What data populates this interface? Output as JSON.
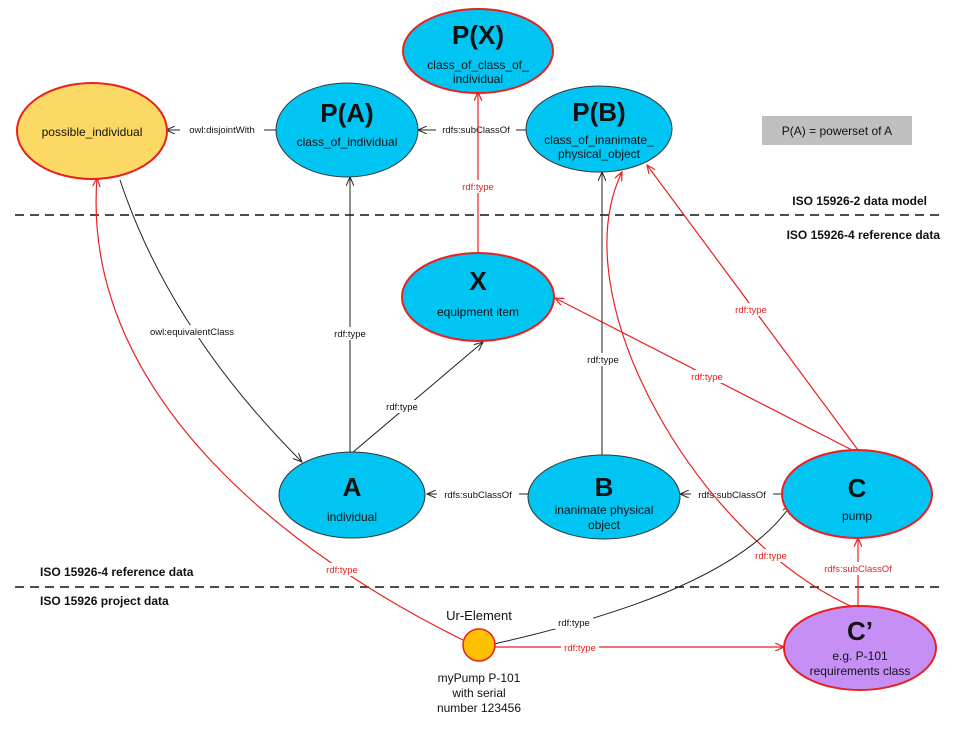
{
  "nodes": {
    "px": {
      "big": "P(X)",
      "sub1": "class_of_class_of_",
      "sub2": "individual"
    },
    "pa": {
      "big": "P(A)",
      "sub1": "class_of_individual"
    },
    "pb": {
      "big": "P(B)",
      "sub1": "class_of_inanimate_",
      "sub2": "physical_object"
    },
    "possible": {
      "sub1": "possible_individual"
    },
    "x": {
      "big": "X",
      "sub1": "equipment item"
    },
    "a": {
      "big": "A",
      "sub1": "individual"
    },
    "b": {
      "big": "B",
      "sub1": "inanimate physical",
      "sub2": "object"
    },
    "c": {
      "big": "C",
      "sub1": "pump"
    },
    "cp": {
      "big": "C’",
      "sub1": "e.g. P-101",
      "sub2": "requirements class"
    },
    "ur": {
      "title": "Ur-Element",
      "line1": "myPump P-101",
      "line2": "with serial",
      "line3": "number 123456"
    }
  },
  "edges": {
    "disjoint": "owl:disjointWith",
    "pb_pa": "rdfs:subClassOf",
    "x_px": "rdf:type",
    "equiv": "owl:equivalentClass",
    "a_pa": "rdf:type",
    "a_x": "rdf:type",
    "b_pb": "rdf:type",
    "c_x": "rdf:type",
    "c_pb": "rdf:type",
    "b_a": "rdfs:subClassOf",
    "c_b": "rdfs:subClassOf",
    "cp_pb": "rdf:type",
    "cp_c": "rdfs:subClassOf",
    "ur_possible": "rdf:type",
    "ur_c": "rdf:type",
    "ur_cp": "rdf:type"
  },
  "legend": "P(A) = powerset of A",
  "layers": {
    "top_below": "ISO 15926-2 data model",
    "top_above": "ISO 15926-4 reference data",
    "bottom_left": "ISO 15926-4 reference data",
    "bottom_below": "ISO 15926 project data"
  },
  "colors": {
    "cyan": "#00c5f2",
    "red": "#e8201f",
    "yellow_fill": "#fcd964",
    "purple_fill": "#c68ff5",
    "ur_fill": "#ffc000",
    "legend_bg": "#bfbfbf"
  }
}
